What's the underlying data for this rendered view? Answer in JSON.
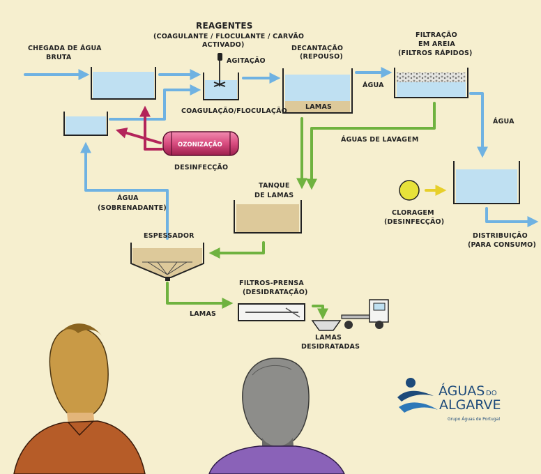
{
  "colors": {
    "background": "#f6efcf",
    "water_arrow": "#6fb2e2",
    "sludge_arrow": "#6fb23f",
    "ozone_arrow": "#b3245a",
    "chlorine_arrow": "#e7cf2a",
    "water_fill": "#bfe0f2",
    "sludge_fill": "#ddc99a",
    "brand_blue": "#1d4a7a"
  },
  "labels": {
    "raw_water_1": "CHEGADA DE ÁGUA",
    "raw_water_2": "BRUTA",
    "reagents_title": "REAGENTES",
    "reagents_sub_1": "(COAGULANTE / FLOCULANTE / CARVÃO",
    "reagents_sub_2": "ACTIVADO)",
    "agitation": "AGITAÇÃO",
    "coagulation": "COAGULAÇÃO/FLOCULAÇÃO",
    "decantation_1": "DECANTAÇÃO",
    "decantation_2": "(REPOUSO)",
    "decantation_sludge": "LAMAS",
    "filtration_1": "FILTRAÇÃO",
    "filtration_2": "EM AREIA",
    "filtration_3": "(FILTROS RÁPIDOS)",
    "water_a": "ÁGUA",
    "water_b": "ÁGUA",
    "ozonation": "OZONIZAÇÃO",
    "disinfection": "DESINFECÇÃO",
    "wash_water": "ÁGUAS DE LAVAGEM",
    "sludge_tank_1": "TANQUE",
    "sludge_tank_2": "DE LAMAS",
    "supernatant_1": "ÁGUA",
    "supernatant_2": "(SOBRENADANTE)",
    "chlorination_1": "CLORAGEM",
    "chlorination_2": "(DESINFECÇÃO)",
    "distribution_1": "DISTRIBUIÇÃO",
    "distribution_2": "(PARA CONSUMO)",
    "thickener": "ESPESSADOR",
    "press_1": "FILTROS-PRENSA",
    "press_2": "(DESIDRATAÇÃO)",
    "sludge_out": "LAMAS",
    "dewatered_1": "LAMAS",
    "dewatered_2": "DESIDRATADAS"
  },
  "brand": {
    "line1_main": "ÁGUAS",
    "line1_small": "DO",
    "line2": "ALGARVE",
    "tagline": "Grupo Águas de Portugal"
  }
}
